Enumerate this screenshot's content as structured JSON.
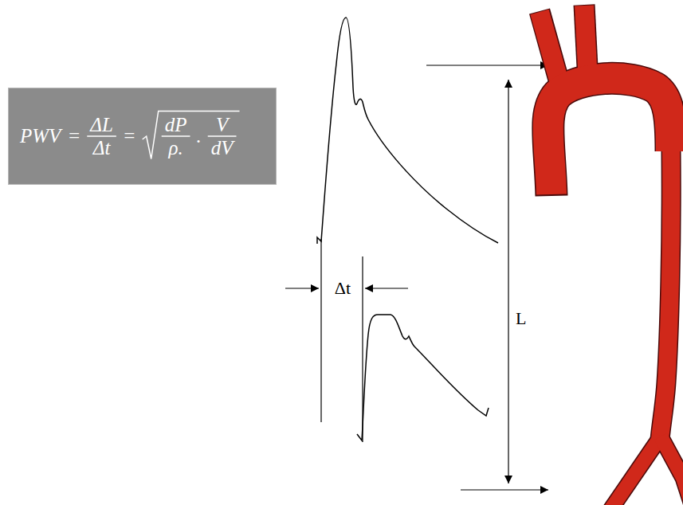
{
  "diagram": {
    "nodes": [
      {
        "text": [
          "PWV",
          "=",
          "ΔL",
          "Δt",
          "=",
          "dP",
          "ρ.",
          ".",
          "V",
          "dV"
        ]
      }
    ],
    "labels": [
      "Δt",
      "L"
    ]
  }
}
